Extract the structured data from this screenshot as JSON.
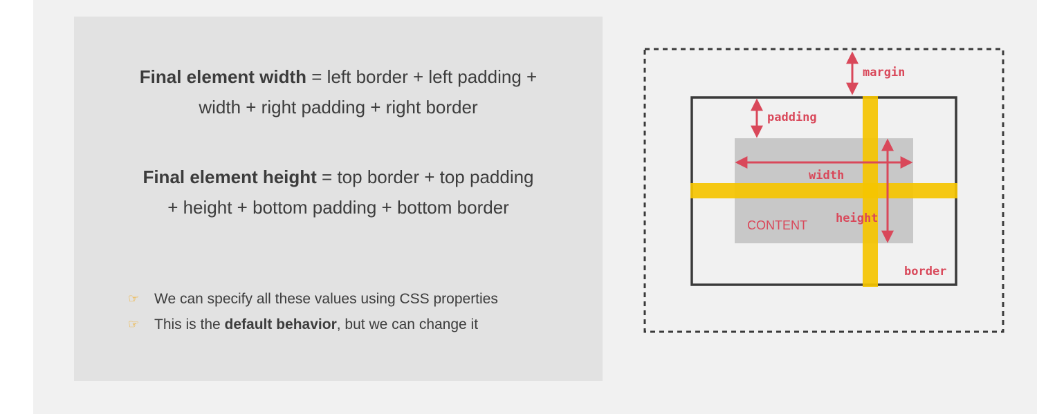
{
  "formulas": {
    "width": {
      "bold": "Final element width",
      "line1_rest": " = left border + left padding +",
      "line2": "width + right padding + right border"
    },
    "height": {
      "bold": "Final element height",
      "line1_rest": " = top border + top padding",
      "line2": "+ height + bottom padding + bottom border"
    }
  },
  "bullets": [
    {
      "icon": "pointing-hand-icon",
      "text": "We can specify all these values using CSS properties"
    },
    {
      "icon": "pointing-hand-icon",
      "pre": "This is the ",
      "bold": "default behavior",
      "post": ", but we can change it"
    }
  ],
  "diagram": {
    "labels": {
      "margin": "margin",
      "padding": "padding",
      "width": "width",
      "height": "height",
      "content": "CONTENT",
      "border": "border"
    },
    "colors": {
      "red": "#d9485a",
      "yellow": "#f5c400",
      "border": "#3a3a3a",
      "content_bg": "#c8c8c8"
    }
  }
}
